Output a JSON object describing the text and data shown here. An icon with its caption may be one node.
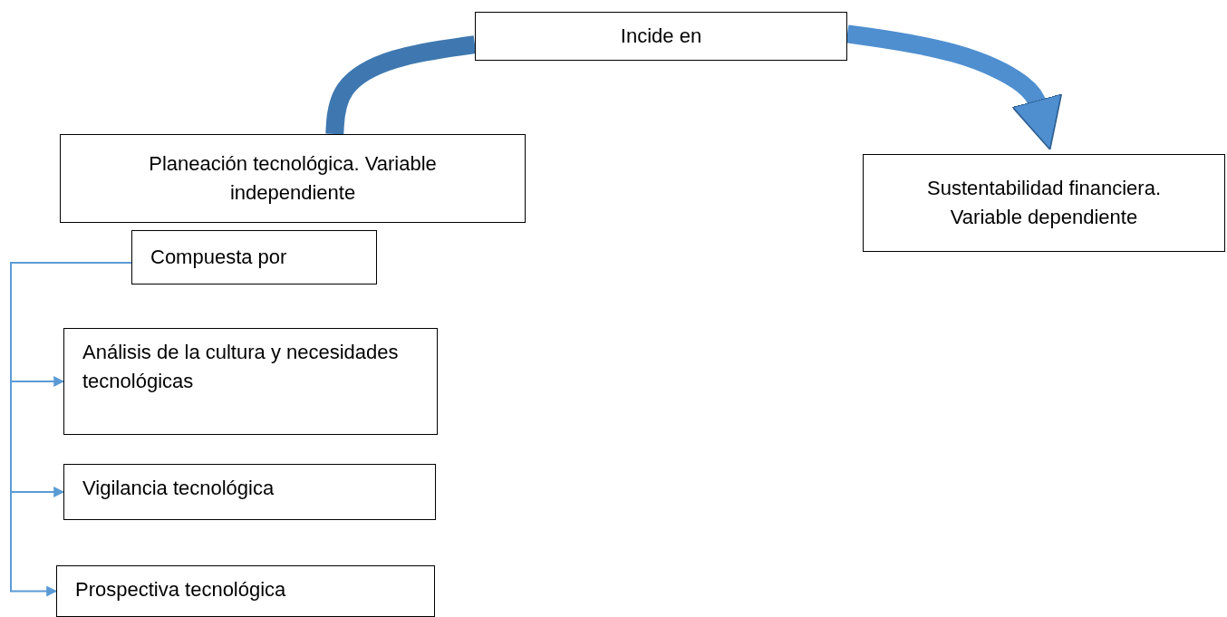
{
  "diagram": {
    "nodes": [
      {
        "text": [
          "Incide en"
        ]
      },
      {
        "text": [
          "Planeación tecnológica. Variable independiente"
        ]
      },
      {
        "text": [
          "Sustentabilidad financiera. Variable dependiente"
        ]
      },
      {
        "text": [
          "Compuesta por"
        ]
      },
      {
        "text": [
          "Análisis de la cultura y necesidades tecnológicas"
        ]
      },
      {
        "text": [
          "Vigilancia tecnológica"
        ]
      },
      {
        "text": [
          "Prospectiva tecnológica"
        ]
      }
    ],
    "edges": [
      {
        "from": 1,
        "to": 0,
        "arrow": "none",
        "style": "thick",
        "color": "#3f78b0"
      },
      {
        "from": 0,
        "to": 2,
        "arrow": "to",
        "style": "thick",
        "color": "#4f8fd0"
      },
      {
        "from": 3,
        "to": 4,
        "arrow": "to"
      },
      {
        "from": 3,
        "to": 5,
        "arrow": "to"
      },
      {
        "from": 3,
        "to": 6,
        "arrow": "to"
      }
    ]
  }
}
